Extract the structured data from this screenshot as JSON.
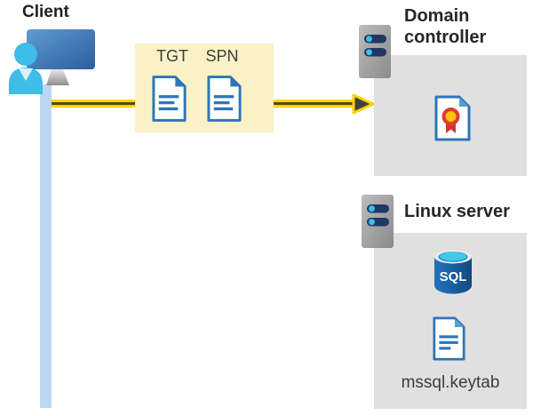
{
  "diagram": {
    "client": {
      "label": "Client"
    },
    "tokens": {
      "tgt": "TGT",
      "spn": "SPN"
    },
    "domain_controller": {
      "label": "Domain controller"
    },
    "linux_server": {
      "label": "Linux server",
      "sql_badge": "SQL",
      "keytab": "mssql.keytab"
    },
    "colors": {
      "arrow_yellow": "#ffd400",
      "arrow_dark": "#404040",
      "token_box_bg": "#faf2c6",
      "server_box_bg": "#e0e0e0",
      "client_line_blue": "#bcd7f1",
      "doc_border_blue": "#2e75b6",
      "person_cyan": "#3fbce8",
      "monitor_blue": "#3a70b5",
      "server_bar_navy": "#1f3864",
      "server_dot_cyan": "#41c0e8",
      "sql_body_blue": "#175fa8",
      "sql_top_cyan": "#41c8ec",
      "cert_ring_red": "#e03c31",
      "cert_seal_gold": "#ffc20e"
    }
  }
}
